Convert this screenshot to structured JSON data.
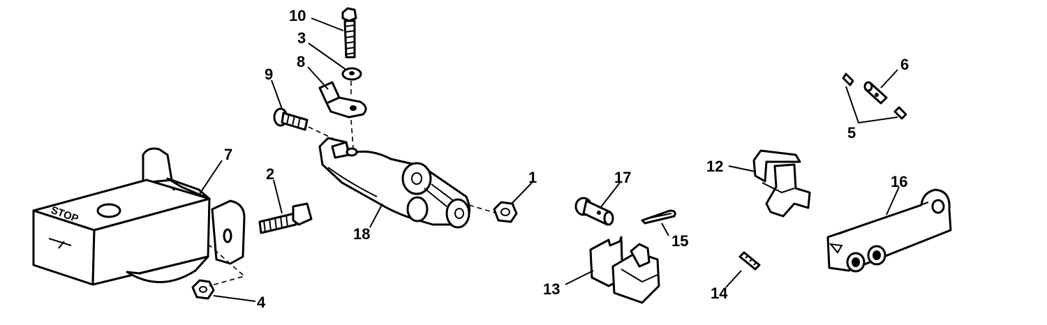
{
  "diagram": {
    "stamp_text": "STOP",
    "callouts": {
      "c1": "1",
      "c2": "2",
      "c3": "3",
      "c4": "4",
      "c5": "5",
      "c6": "6",
      "c7": "7",
      "c8": "8",
      "c9": "9",
      "c10": "10",
      "c12": "12",
      "c13": "13",
      "c14": "14",
      "c15": "15",
      "c16": "16",
      "c17": "17",
      "c18": "18"
    }
  }
}
